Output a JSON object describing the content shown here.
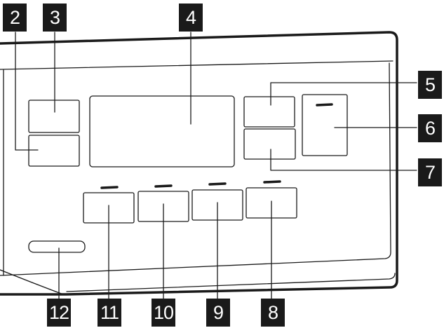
{
  "callouts": {
    "c2": "2",
    "c3": "3",
    "c4": "4",
    "c5": "5",
    "c6": "6",
    "c7": "7",
    "c8": "8",
    "c9": "9",
    "c10": "10",
    "c11": "11",
    "c12": "12"
  },
  "colors": {
    "line": "#1a1a1a",
    "callout_bg": "#1a1a1a",
    "callout_text": "#ffffff"
  }
}
